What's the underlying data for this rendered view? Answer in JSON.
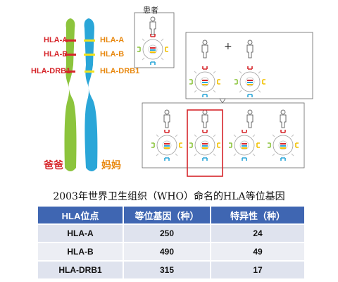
{
  "chromosomes": {
    "father_loci": [
      "HLA-A",
      "HLA-B",
      "HLA-DRB1"
    ],
    "mother_loci": [
      "HLA-A",
      "HLA-B",
      "HLA-DRB1"
    ],
    "father_label": "爸爸",
    "mother_label": "妈妈"
  },
  "diagram": {
    "patient_label": "患者",
    "plus_sign": "+"
  },
  "table": {
    "title": "2003年世界卫生组织（WHO）命名的HLA等位基因",
    "headers": [
      "HLA位点",
      "等位基因（种）",
      "特异性（种）"
    ],
    "rows": [
      [
        "HLA-A",
        "250",
        "24"
      ],
      [
        "HLA-B",
        "490",
        "49"
      ],
      [
        "HLA-DRB1",
        "315",
        "17"
      ]
    ]
  },
  "colors": {
    "green_chromosome": "#8cc43c",
    "blue_chromosome": "#2aa6d8",
    "father_text": "#d6262b",
    "mother_text": "#e8880f",
    "table_header": "#3f66b2",
    "highlight_box": "#d6262b"
  }
}
